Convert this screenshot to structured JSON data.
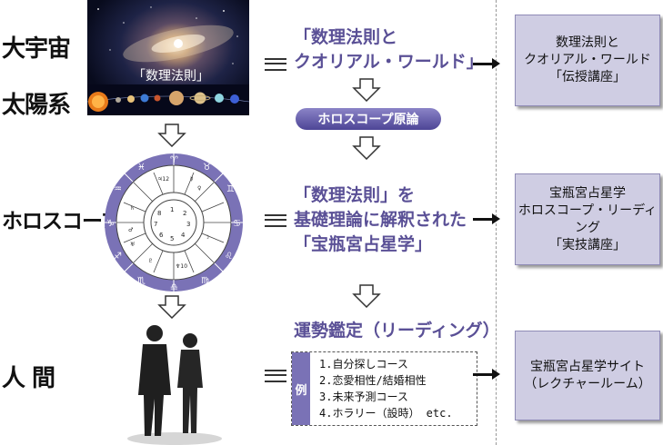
{
  "left_labels": {
    "universe": "大宇宙",
    "solar_system": "太陽系",
    "horoscope": "ホロスコープ",
    "human": "人 間"
  },
  "image": {
    "space_label": "「数理法則」"
  },
  "middle": {
    "row1_line1": "「数理法則と",
    "row1_line2": "クオリアル・ワールド」",
    "pill": "ホロスコープ原論",
    "row2_line1": "「数理法則」を",
    "row2_line2": "基礎理論に解釈された",
    "row2_line3": "「宝瓶宮占星学」",
    "row3_title": "運勢鑑定（リーディング）",
    "example_tab": "例",
    "examples": [
      "1.自分探しコース",
      "2.恋愛相性/結婚相性",
      "3.未来予測コース",
      "4.ホラリー（設時） etc."
    ]
  },
  "boxes": {
    "box1": [
      "数理法則と",
      "クオリアル・ワールド",
      "「伝授講座」"
    ],
    "box2": [
      "宝瓶宮占星学",
      "ホロスコープ・リーディング",
      "「実技講座」"
    ],
    "box3": [
      "宝瓶宮占星学サイト",
      "（レクチャールーム）"
    ]
  },
  "colors": {
    "accent_purple": "#5a5096",
    "box_fill": "#cfcde3",
    "chart_ring": "#7a72b6"
  }
}
